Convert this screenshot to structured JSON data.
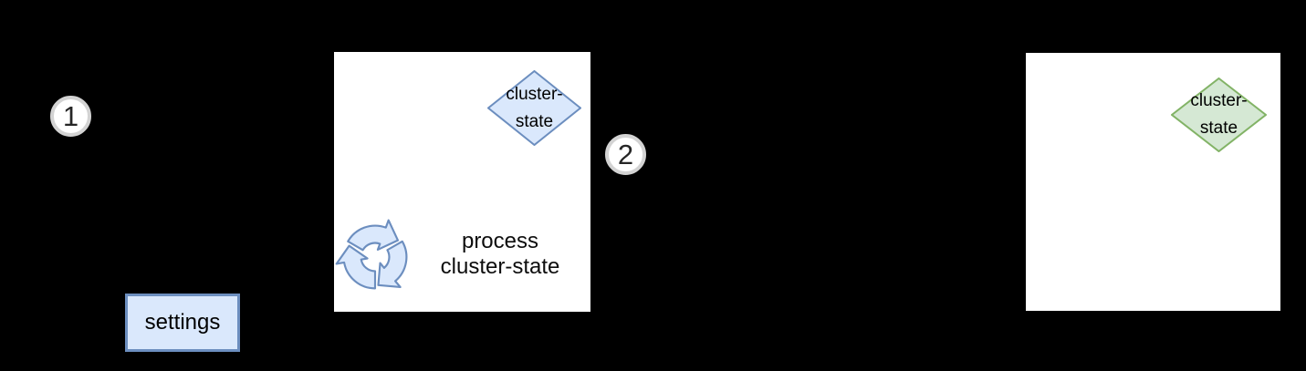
{
  "canvas": {
    "background_color": "#000000"
  },
  "badges": [
    {
      "label": "1"
    },
    {
      "label": "2"
    }
  ],
  "process_panel": {
    "diamond": {
      "line1": "cluster-",
      "line2": "state",
      "fill": "#dae8fc",
      "stroke": "#6c8ebf"
    },
    "icon": "recycle-icon",
    "icon_fill": "#dae8fc",
    "icon_stroke": "#6c8ebf",
    "label_line1": "process",
    "label_line2": "cluster-state",
    "fill": "#ffffff",
    "stroke": "#000000"
  },
  "result_panel": {
    "diamond": {
      "line1": "cluster-",
      "line2": "state",
      "fill": "#d5e8d4",
      "stroke": "#82b366"
    },
    "fill": "#ffffff",
    "stroke": "#000000"
  },
  "settings_node": {
    "label": "settings",
    "fill": "#dae8fc",
    "stroke": "#6c8ebf"
  }
}
